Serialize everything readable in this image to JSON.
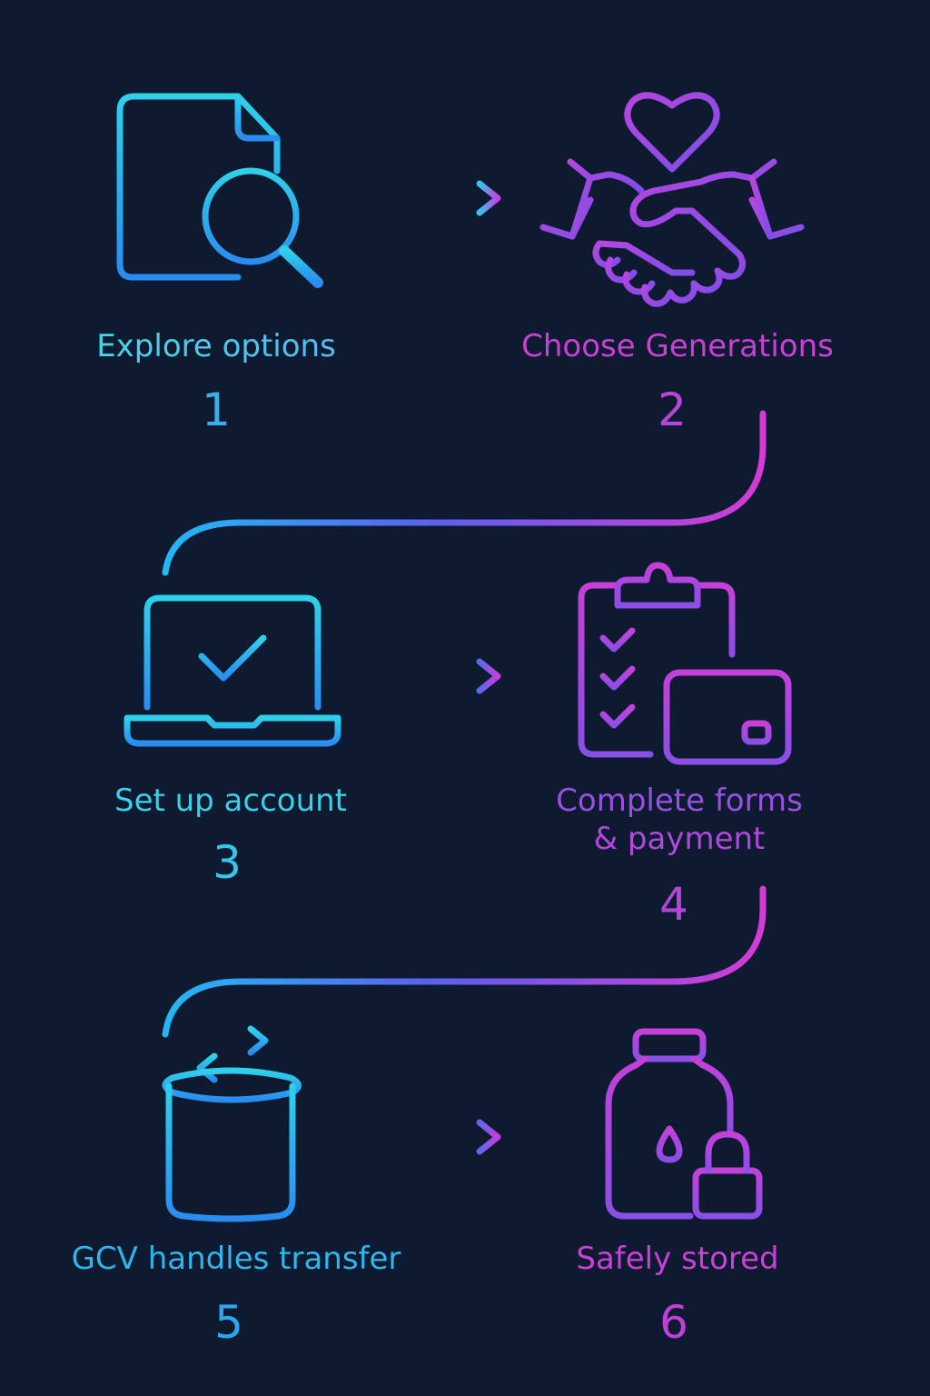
{
  "colors": {
    "background": "#0e1a30",
    "cyan": "#29c3ee",
    "blue": "#2a7df0",
    "violet": "#8a4fe6",
    "magenta": "#d03bd8"
  },
  "steps": [
    {
      "label": "Explore options",
      "number": "1",
      "icon": "document-search-icon"
    },
    {
      "label": "Choose Generations",
      "number": "2",
      "icon": "heart-handshake-icon"
    },
    {
      "label": "Set up account",
      "number": "3",
      "icon": "laptop-check-icon"
    },
    {
      "label_line1": "Complete forms",
      "label_line2": "& payment",
      "number": "4",
      "icon": "clipboard-card-icon"
    },
    {
      "label": "GCV handles transfer",
      "number": "5",
      "icon": "transfer-cylinder-icon"
    },
    {
      "label": "Safely stored",
      "number": "6",
      "icon": "locked-bottle-icon"
    }
  ]
}
